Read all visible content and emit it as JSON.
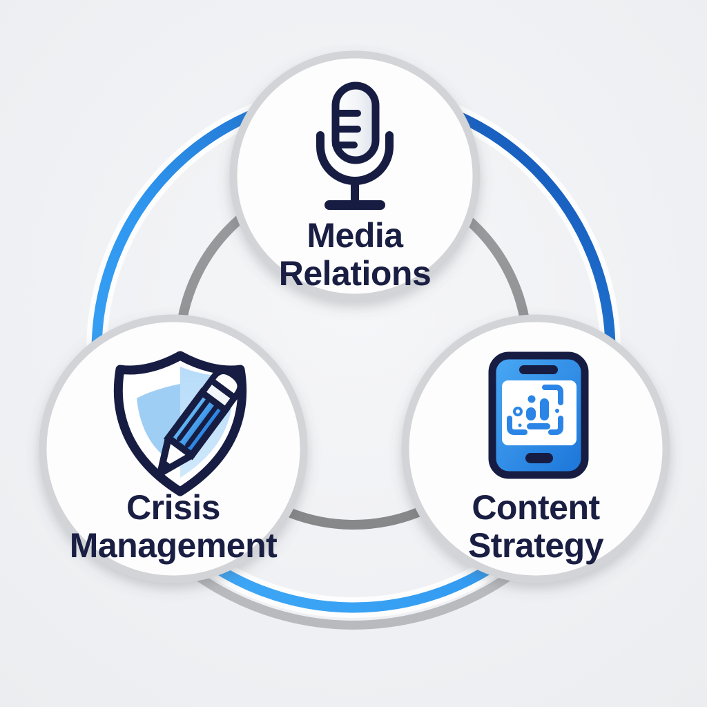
{
  "diagram": {
    "type": "three-node ring diagram",
    "nodes": [
      {
        "id": "media-relations",
        "line1": "Media",
        "line2": "Relations",
        "icon": "microphone-icon",
        "position": "top"
      },
      {
        "id": "crisis-management",
        "line1": "Crisis",
        "line2": "Management",
        "icon": "shield-pencil-icon",
        "position": "bottom-left"
      },
      {
        "id": "content-strategy",
        "line1": "Content",
        "line2": "Strategy",
        "icon": "tablet-analytics-icon",
        "position": "bottom-right"
      }
    ],
    "colors": {
      "background": "#f1f2f4",
      "outer_ring_blue_light": "#3aa7f6",
      "outer_ring_blue_dark": "#1760c0",
      "inner_ring_gray": "#8e9093",
      "ring_shadow_gray": "#b9babd",
      "circle_border": "#d3d4d7",
      "circle_fill": "#fdfdfe",
      "text_navy": "#191e42",
      "icon_outline_navy": "#171d42",
      "icon_blue": "#2b85e6",
      "icon_light_blue": "#bedff8"
    }
  }
}
